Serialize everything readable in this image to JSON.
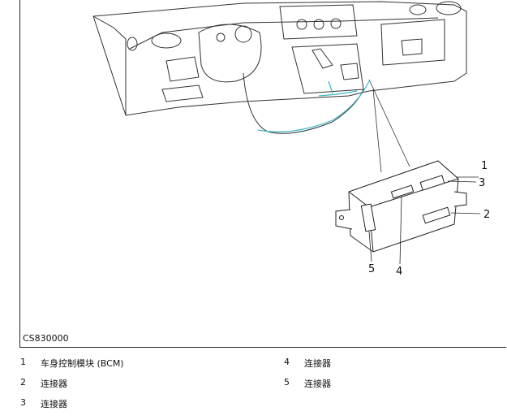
{
  "figure_code": "CS830000",
  "callouts": [
    "1",
    "2",
    "3",
    "4",
    "5"
  ],
  "legend": [
    {
      "num": "1",
      "text": "车身控制模块 (BCM)"
    },
    {
      "num": "2",
      "text": "连接器"
    },
    {
      "num": "3",
      "text": "连接器"
    },
    {
      "num": "4",
      "text": "连接器"
    },
    {
      "num": "5",
      "text": "连接器"
    }
  ],
  "colors": {
    "line": "#222222",
    "harness": "#3bb6c4"
  }
}
